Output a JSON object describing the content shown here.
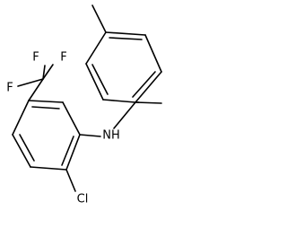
{
  "molecule": {
    "atom_labels": {
      "f_top": "F",
      "f_left": "F",
      "f_bottom": "F",
      "nh": "NH",
      "cl": "Cl"
    },
    "colors": {
      "bond": "#000000",
      "label": "#000000",
      "background": "#ffffff"
    }
  }
}
